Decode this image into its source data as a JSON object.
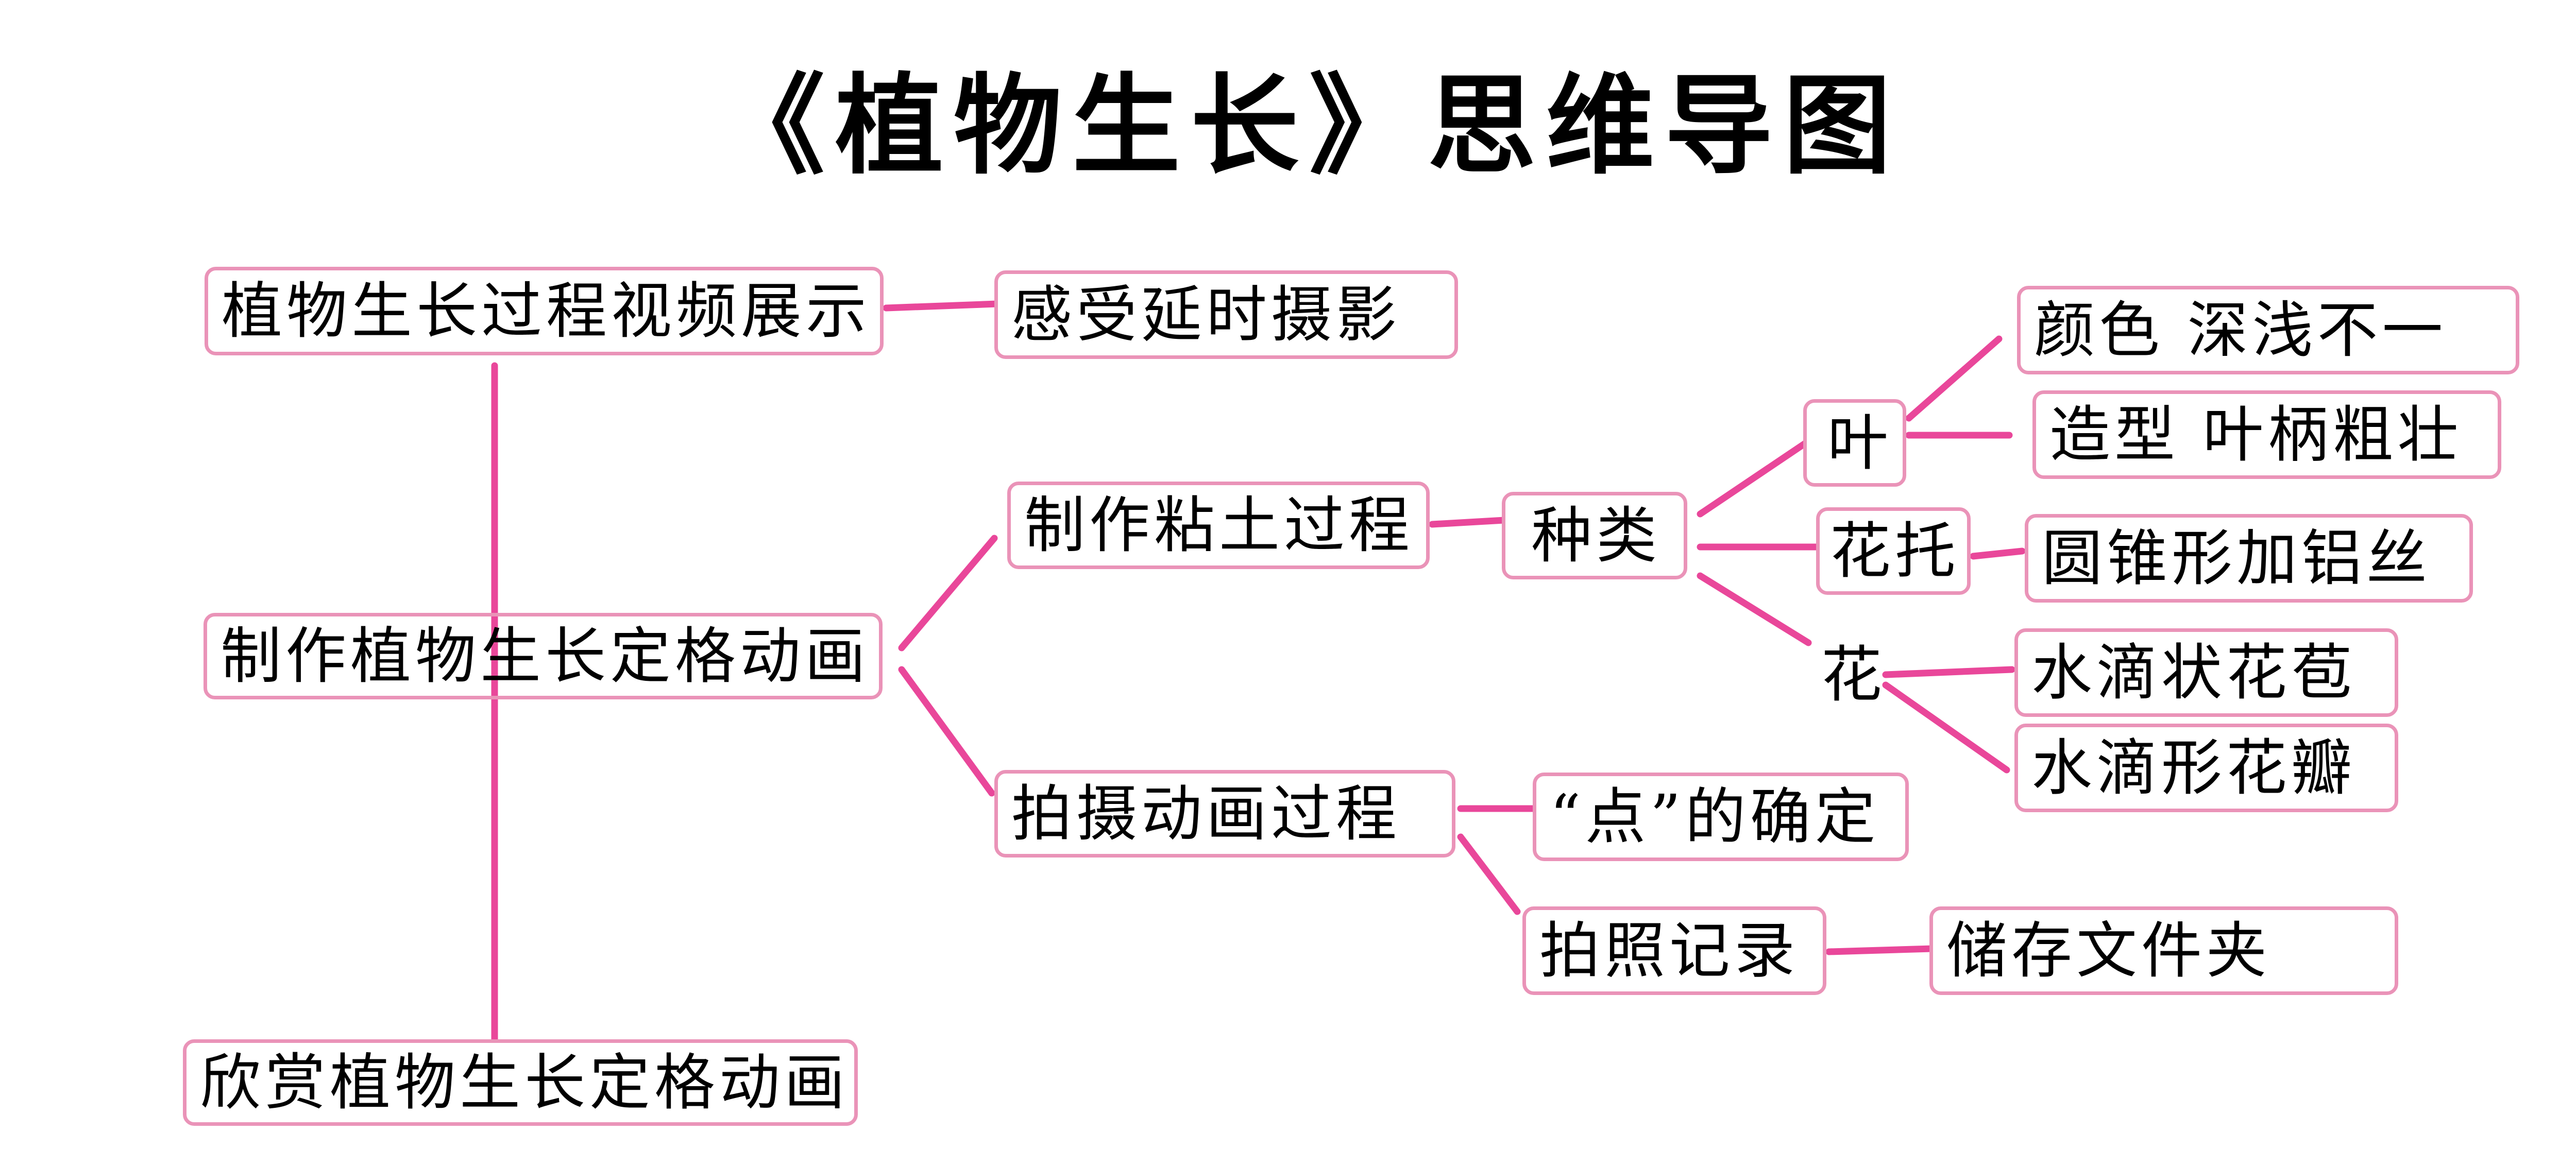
{
  "title": "《植物生长》思维导图",
  "nodes": {
    "video_display": "植物生长过程视频展示",
    "timelapse": "感受延时摄影",
    "make_animation": "制作植物生长定格动画",
    "appreciate_animation": "欣赏植物生长定格动画",
    "clay_process": "制作粘土过程",
    "shooting_process": "拍摄动画过程",
    "types": "种类",
    "leaf": "叶",
    "receptacle": "花托",
    "flower": "花",
    "leaf_color": "颜色  深浅不一",
    "leaf_shape": "造型  叶柄粗壮",
    "cone_wire": "圆锥形加铝丝",
    "bud": "水滴状花苞",
    "petal": "水滴形花瓣",
    "point_fix": "“点”的确定",
    "photo_record": "拍照记录",
    "save_folder": "储存文件夹"
  },
  "colors": {
    "connector": "#e9479a",
    "node_border": "#ea93b8"
  }
}
